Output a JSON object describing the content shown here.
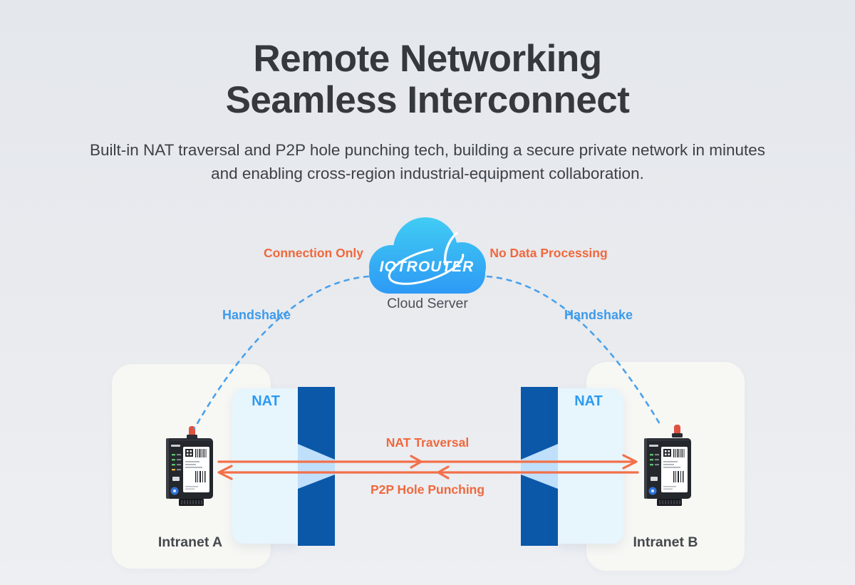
{
  "header": {
    "title_line1": "Remote Networking",
    "title_line2": "Seamless Interconnect",
    "subtitle_line1": "Built-in NAT traversal and P2P hole punching tech, building a secure private network in minutes",
    "subtitle_line2": "and enabling cross-region industrial-equipment collaboration."
  },
  "cloud": {
    "logo_text": "IOTROUTER",
    "caption": "Cloud Server",
    "left_note": "Connection Only",
    "right_note": "No Data Processing"
  },
  "links": {
    "handshake_left": "Handshake",
    "handshake_right": "Handshake",
    "nat_traversal": "NAT Traversal",
    "p2p_hole_punching": "P2P Hole Punching"
  },
  "nat_walls": {
    "left_label": "NAT",
    "right_label": "NAT"
  },
  "zones": {
    "left_label": "Intranet A",
    "right_label": "Intranet B"
  },
  "colors": {
    "background_top": "#E4E7EC",
    "background_bottom": "#EDEFF3",
    "title_text": "#35383D",
    "accent_orange": "#F0683C",
    "arrow_orange": "#F2704A",
    "accent_blue": "#3E9BEA",
    "nat_label_blue": "#2D9AF0",
    "nat_bar_blue": "#0B58A9",
    "nat_panel_blue": "#E7F5FD",
    "nat_funnel_blue": "#BFDFFB",
    "zone_card": "#F7F7F4",
    "cloud_gradient_top": "#41CDF4",
    "cloud_gradient_bottom": "#2D99F5",
    "handshake_dash_blue": "#4AA1EA"
  }
}
